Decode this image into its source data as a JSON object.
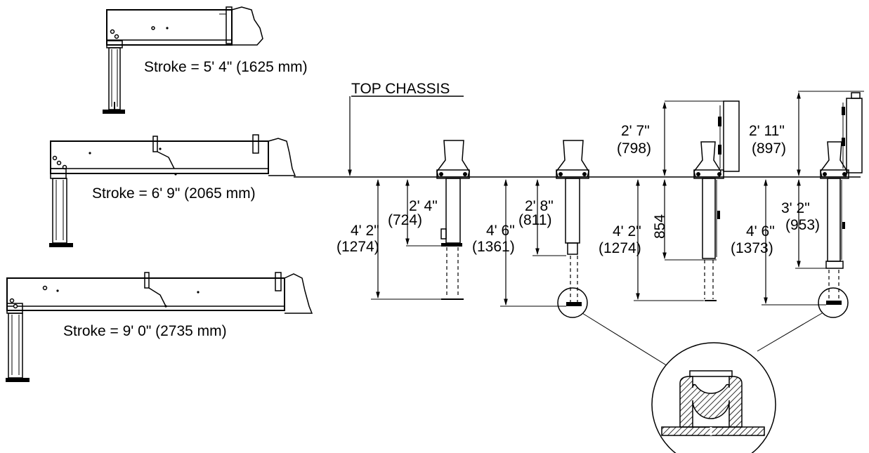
{
  "strokes": [
    {
      "label": "Stroke = 5' 4\" (1625 mm)"
    },
    {
      "label": "Stroke = 6' 9\" (2065 mm)"
    },
    {
      "label": "Stroke = 9' 0\" (2735 mm)"
    }
  ],
  "reference": {
    "label": "TOP CHASSIS"
  },
  "dims": {
    "d1": {
      "imperial": "4' 2\"",
      "metric": "(1274)"
    },
    "d2": {
      "imperial": "2' 4\"",
      "metric": "(724)"
    },
    "d3": {
      "imperial": "4' 6\"",
      "metric": "(1361)"
    },
    "d4": {
      "imperial": "2' 8\"",
      "metric": "(811)"
    },
    "d5": {
      "imperial": "2' 7\"",
      "metric": "(798)"
    },
    "d6": {
      "imperial": "4' 2\"",
      "metric": "(1274)"
    },
    "d7": {
      "value": "854"
    },
    "d8": {
      "imperial": "2' 11\"",
      "metric": "(897)"
    },
    "d9": {
      "imperial": "4' 6\"",
      "metric": "(1373)"
    },
    "d10": {
      "imperial": "3' 2\"",
      "metric": "(953)"
    }
  }
}
